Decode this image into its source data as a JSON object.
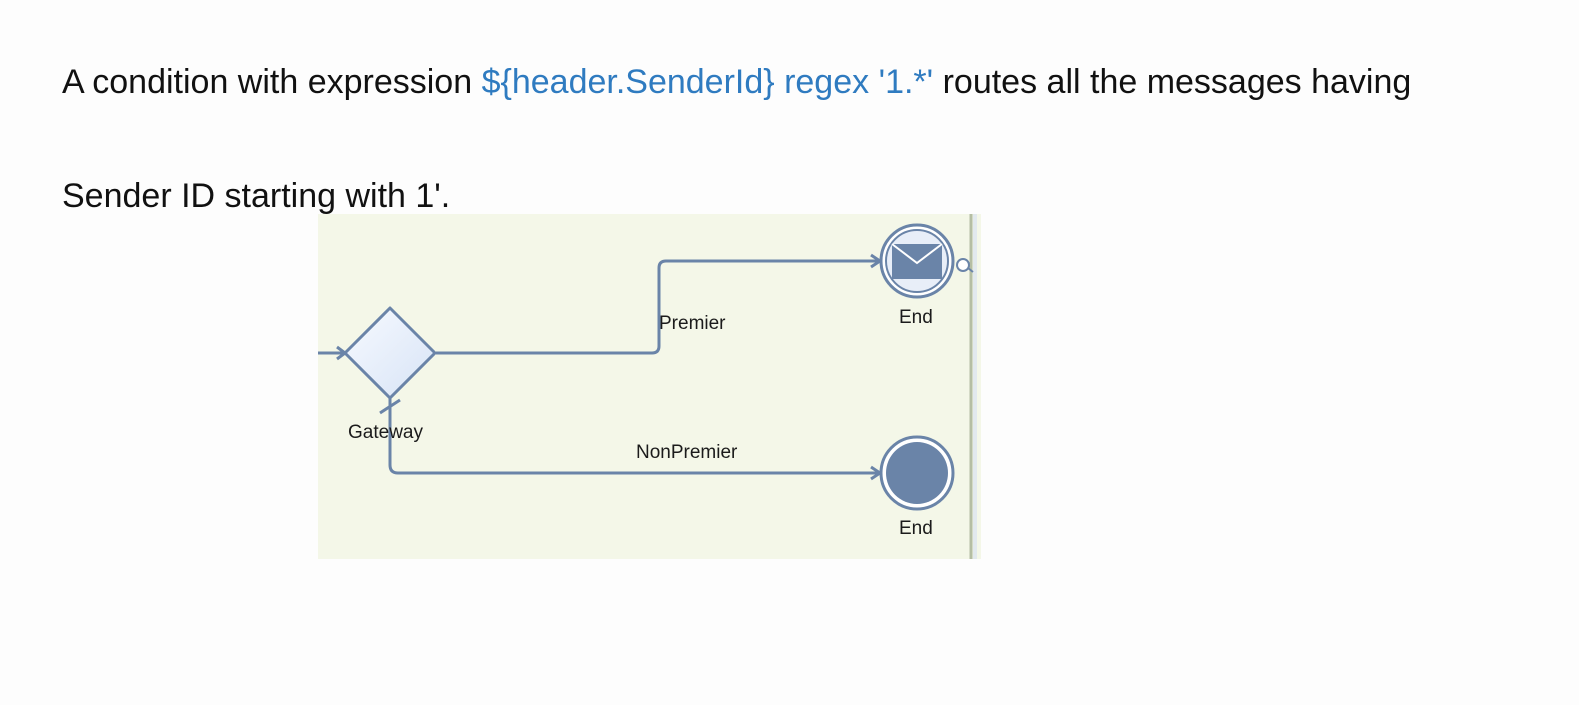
{
  "paragraph": {
    "line1_prefix": "A condition with expression ",
    "line1_expression": "${header.SenderId} regex '1.*'",
    "line1_suffix": " routes all the messages having",
    "line2": "Sender ID starting with 1'."
  },
  "diagram": {
    "gateway_label": "Gateway",
    "premier_label": "Premier",
    "nonpremier_label": "NonPremier",
    "end_message_label": "End",
    "end_plain_label": "End",
    "colors": {
      "background": "#f4f7e8",
      "stroke": "#6a84a8",
      "gateway_fill": "#e6eefb",
      "end_fill": "#6a84a8",
      "expression_text": "#2f7bc0"
    },
    "icons": {
      "gateway": "diamond-gateway-icon",
      "end_message": "envelope-end-event-icon",
      "end_plain": "end-event-icon"
    }
  }
}
